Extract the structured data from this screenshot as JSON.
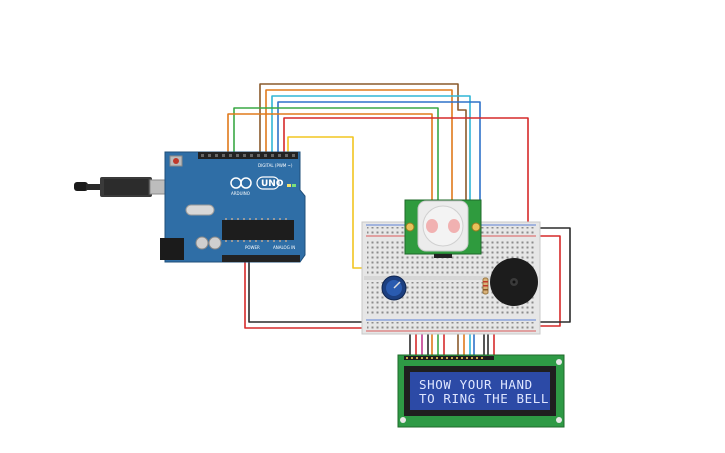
{
  "arduino": {
    "model_label": "UNO",
    "brand_label": "ARDUINO",
    "digital_header_label": "DIGITAL (PWM ~)",
    "power_label": "POWER",
    "analog_label": "ANALOG IN",
    "board_color": "#2f6ea6"
  },
  "lcd": {
    "line1": "SHOW YOUR HAND",
    "line2": "TO RING THE BELL",
    "screen_color": "#2c4aa6",
    "pcb_color": "#2e9a45"
  },
  "components": {
    "pir_sensor": "pir-motion-sensor",
    "buzzer": "piezo-buzzer",
    "potentiometer": "potentiometer",
    "resistor": "resistor",
    "breadboard": "breadboard-small"
  },
  "wire_colors": {
    "red": "#d62a2a",
    "black": "#2b2b2b",
    "yellow": "#f2c521",
    "orange": "#e07a1c",
    "green": "#3aa845",
    "brown": "#8a5a2b",
    "cyan": "#31b6d6",
    "blue": "#2f72c9",
    "magenta": "#c23a8f"
  }
}
